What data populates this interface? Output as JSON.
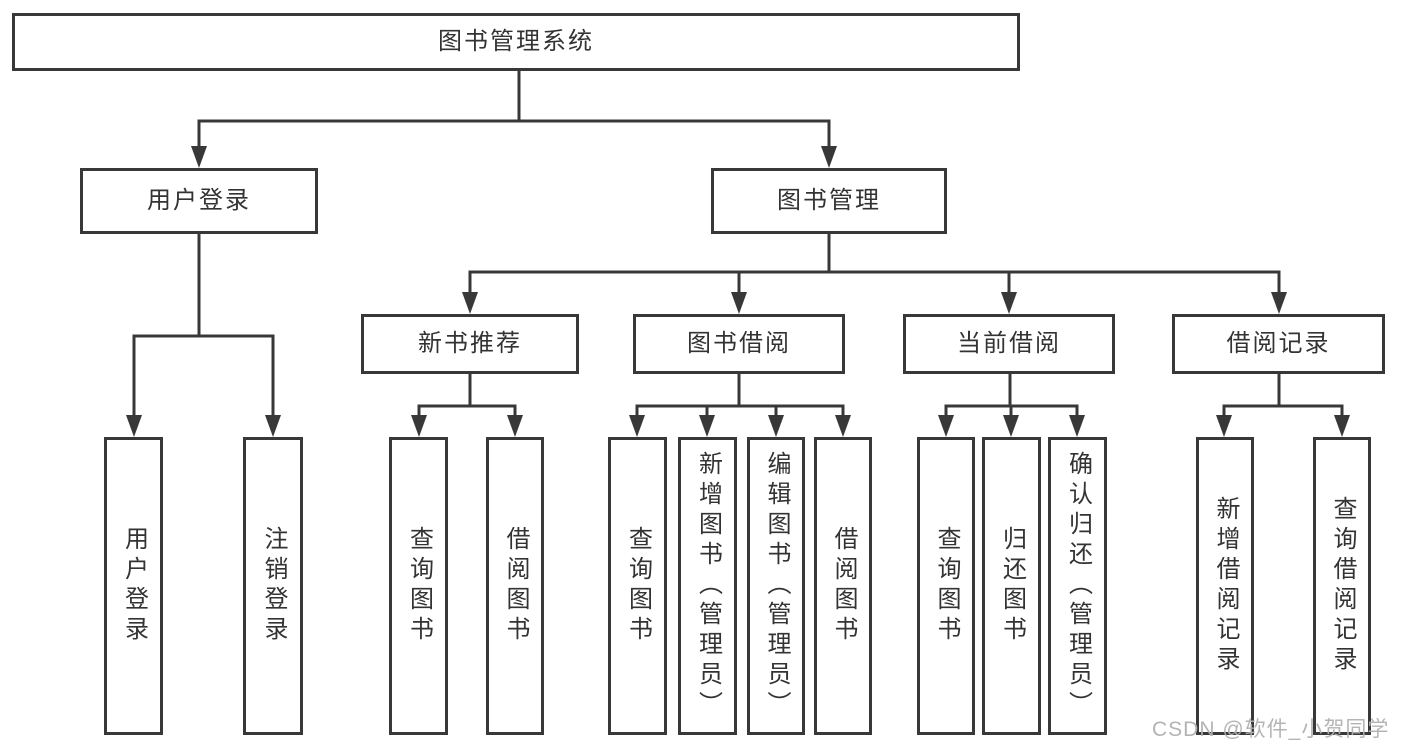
{
  "diagram": {
    "root": {
      "label": "图书管理系统"
    },
    "branches": [
      {
        "label": "用户登录",
        "children": [
          {
            "label": "用户登录"
          },
          {
            "label": "注销登录"
          }
        ]
      },
      {
        "label": "图书管理",
        "children": [
          {
            "label": "新书推荐",
            "children": [
              {
                "label": "查询图书"
              },
              {
                "label": "借阅图书"
              }
            ]
          },
          {
            "label": "图书借阅",
            "children": [
              {
                "label": "查询图书"
              },
              {
                "label": "新增图书（管理员）"
              },
              {
                "label": "编辑图书（管理员）"
              },
              {
                "label": "借阅图书"
              }
            ]
          },
          {
            "label": "当前借阅",
            "children": [
              {
                "label": "查询图书"
              },
              {
                "label": "归还图书"
              },
              {
                "label": "确认归还（管理员）"
              }
            ]
          },
          {
            "label": "借阅记录",
            "children": [
              {
                "label": "新增借阅记录"
              },
              {
                "label": "查询借阅记录"
              }
            ]
          }
        ]
      }
    ]
  },
  "watermark": {
    "text": "CSDN @软件_小贺同学"
  },
  "colors": {
    "line": "#383838",
    "text": "#333333",
    "background": "#ffffff",
    "watermark": "#b0b0b0"
  }
}
